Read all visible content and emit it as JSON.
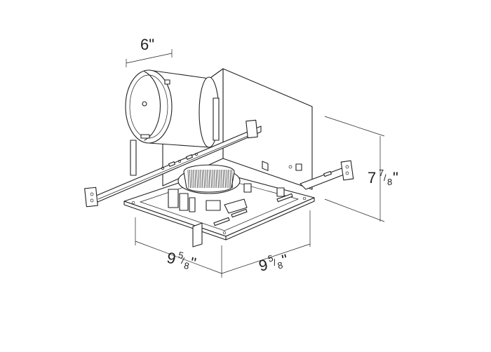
{
  "dimensions": {
    "duct_diameter": "6\"",
    "height": {
      "whole": "7",
      "num": "7",
      "slash": "/",
      "den": "8",
      "unit": "\""
    },
    "width": {
      "whole": "9",
      "num": "5",
      "slash": "/",
      "den": "8",
      "unit": "\""
    },
    "depth": {
      "whole": "9",
      "num": "5",
      "slash": "/",
      "den": "8",
      "unit": "\""
    }
  }
}
